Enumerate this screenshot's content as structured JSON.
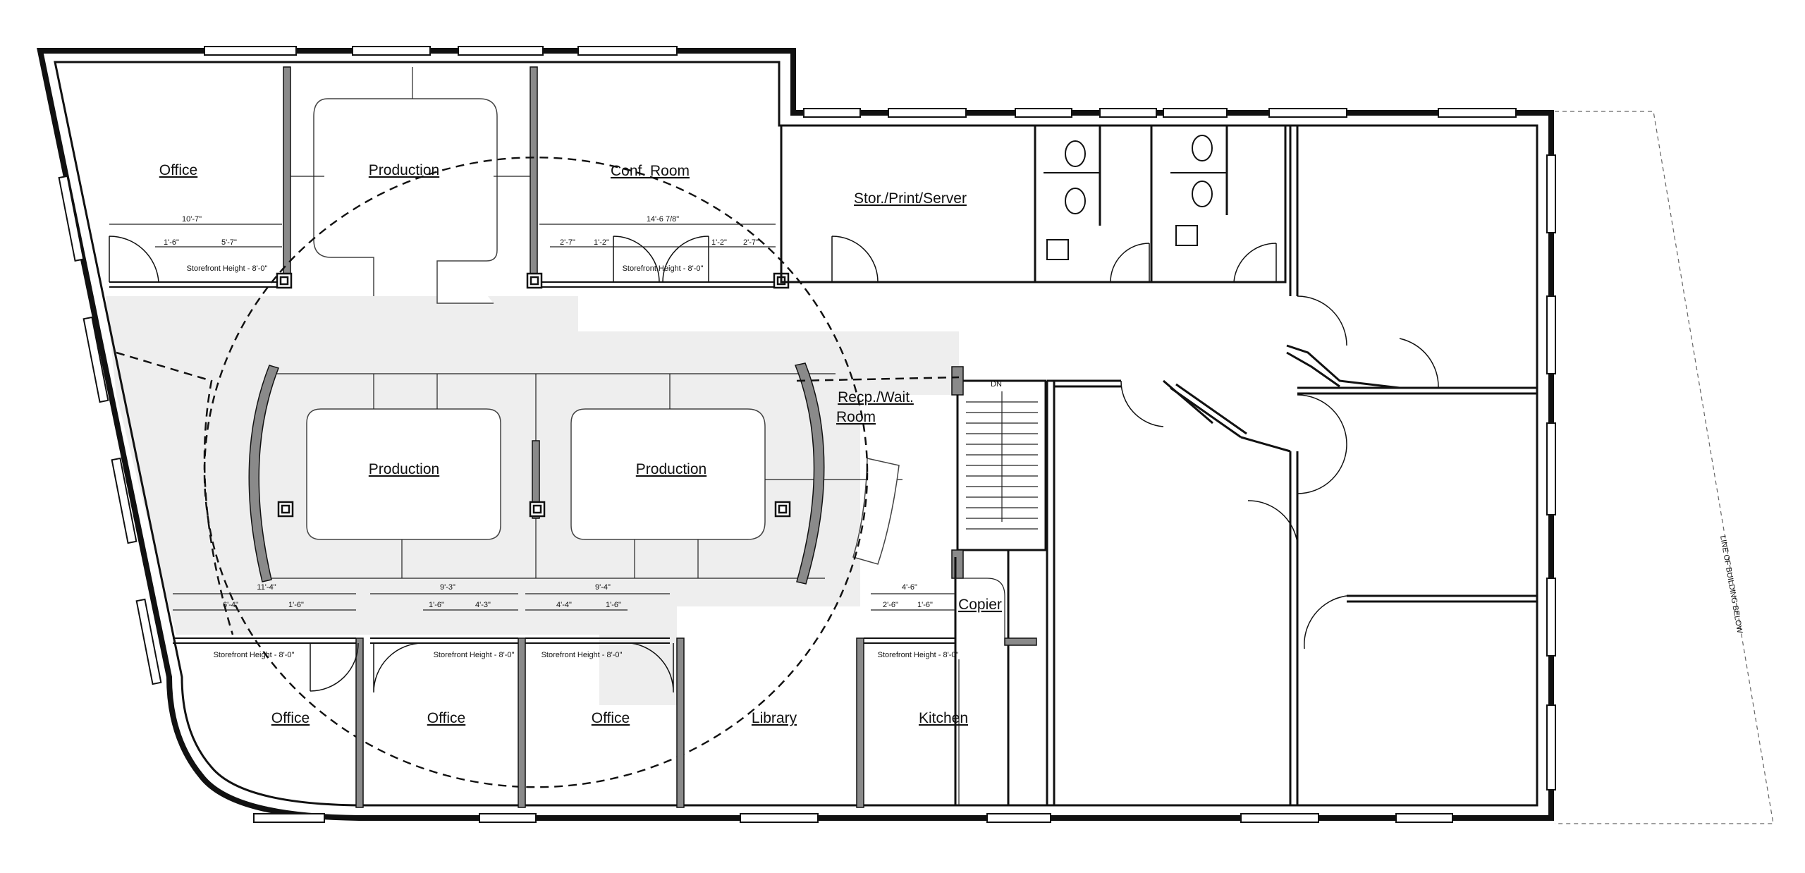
{
  "rooms": {
    "office_nw": "Office",
    "production_n": "Production",
    "conf_room": "Conf. Room",
    "stor_print_server": "Stor./Print/Server",
    "reception_line1": "Recp./Wait.",
    "reception_line2": "Room",
    "production_center_left": "Production",
    "production_center_right": "Production",
    "copier": "Copier",
    "office_s1": "Office",
    "office_s2": "Office",
    "office_s3": "Office",
    "library": "Library",
    "kitchen": "Kitchen"
  },
  "dimensions": {
    "north_office_width": "10'-7\"",
    "north_office_a": "1'-6\"",
    "north_office_b": "5'-7\"",
    "conf_width": "14'-6 7/8\"",
    "conf_a": "2'-7\"",
    "conf_b": "1'-2\"",
    "conf_c": "1'-2\"",
    "conf_d": "2'-7\"",
    "south_office1_width": "11'-4\"",
    "south_office1_a": "6'-4\"",
    "south_office1_b": "1'-6\"",
    "south_office2_width": "9'-3\"",
    "south_office2_a": "1'-6\"",
    "south_office2_b": "4'-3\"",
    "south_office3_width": "9'-4\"",
    "south_office3_a": "4'-4\"",
    "south_office3_b": "1'-6\"",
    "kitchen_width": "4'-6\"",
    "kitchen_a": "2'-6\"",
    "kitchen_b": "1'-6\""
  },
  "notes": {
    "storefront_north_office": "Storefront Height - 8'-0\"",
    "storefront_conf": "Storefront Height - 8'-0\"",
    "storefront_south_office1": "Storefront Height - 8'-0\"",
    "storefront_south_office2": "Storefront Height - 8'-0\"",
    "storefront_south_office3": "Storefront Height - 8'-0\"",
    "storefront_kitchen": "Storefront Height - 8'-0\"",
    "stair_direction": "DN",
    "building_line": "LINE OF BUILDING BELOW"
  }
}
